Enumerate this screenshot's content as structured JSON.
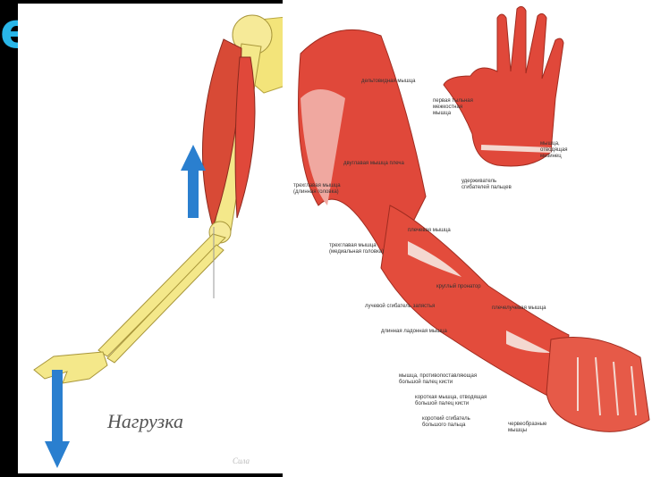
{
  "slide": {
    "partial_heading": "е"
  },
  "left_figure": {
    "caption": "Нагрузка",
    "faded_text": "Сила"
  },
  "right_figure": {
    "labels": [
      {
        "text": "дельтовидная мышца"
      },
      {
        "text": "первая тыльная\nмежкостная\nмышца"
      },
      {
        "text": "мышца,\nотводящая\nмизинец"
      },
      {
        "text": "удерживатель\nсгибателей пальцев"
      },
      {
        "text": "двуглавая мышца плеча"
      },
      {
        "text": "трехглавая мышца\n(длинная головка)"
      },
      {
        "text": "плечевая мышца"
      },
      {
        "text": "трехглавая мышца\n(медиальная головка)"
      },
      {
        "text": "круглый пронатор"
      },
      {
        "text": "лучевой сгибатель запястья"
      },
      {
        "text": "плечелучевая мышца"
      },
      {
        "text": "длинная ладонная мышца"
      },
      {
        "text": "мышца, противопоставляющая\nбольшой палец кисти"
      },
      {
        "text": "короткая мышца, отводящая\nбольшой палец кисти"
      },
      {
        "text": "короткий сгибатель\nбольшого пальца"
      },
      {
        "text": "червеобразные\nмышцы"
      }
    ]
  },
  "colors": {
    "heading": "#29b6e8",
    "arrow": "#2a7fcf",
    "muscle": "#e0483a",
    "bone": "#f3e47a"
  }
}
